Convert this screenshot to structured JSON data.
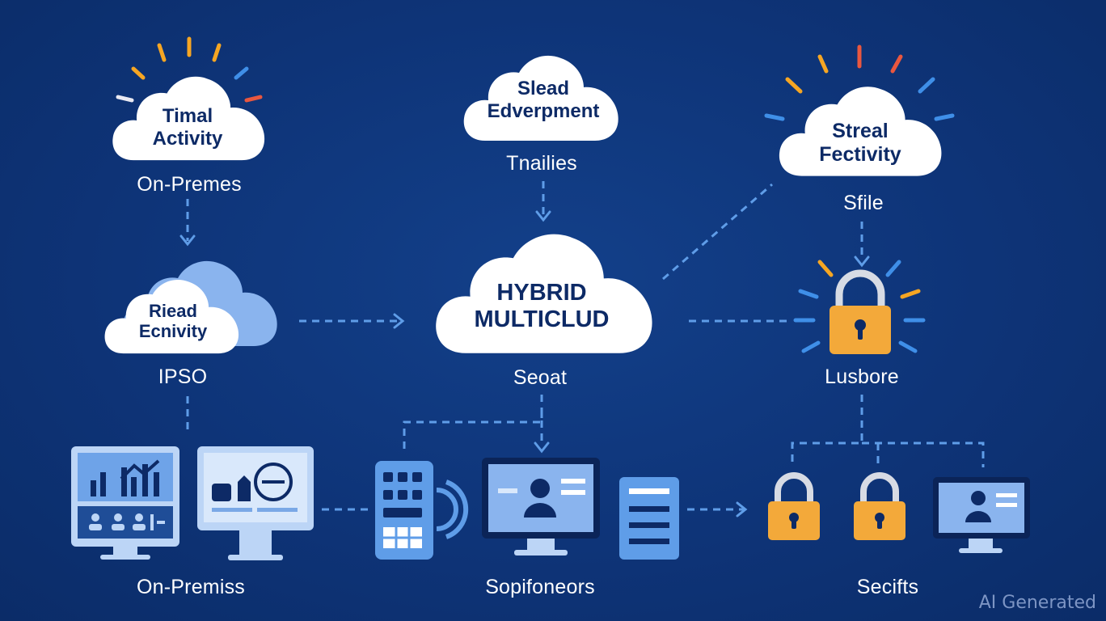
{
  "clouds": {
    "top_left": {
      "line1": "Timal",
      "line2": "Activity",
      "caption": "On-Premes"
    },
    "top_center": {
      "line1": "Slead",
      "line2": "Edverpment",
      "caption": "Tnailies"
    },
    "top_right": {
      "line1": "Streal",
      "line2": "Fectivity",
      "caption": "Sfile"
    },
    "mid_left": {
      "line1": "Riead",
      "line2": "Ecnivity",
      "caption": "IPSO"
    },
    "center": {
      "line1": "HYBRID",
      "line2": "MULTICLUD",
      "caption": "Seoat"
    }
  },
  "lock_caption": "Lusbore",
  "bottom_captions": {
    "left": "On-Premiss",
    "center": "Sopifoneors",
    "right": "Secifts"
  },
  "watermark": "AI Generated",
  "colors": {
    "background": "#0e3478",
    "cloud": "#ffffff",
    "cloud_back": "#8ab4ee",
    "connector": "#5f9de8",
    "lock": "#f3a93a",
    "device": "#bcd5f6",
    "accent_red": "#e9573f",
    "accent_orange": "#f6a623",
    "accent_blue": "#3f8fe8"
  }
}
